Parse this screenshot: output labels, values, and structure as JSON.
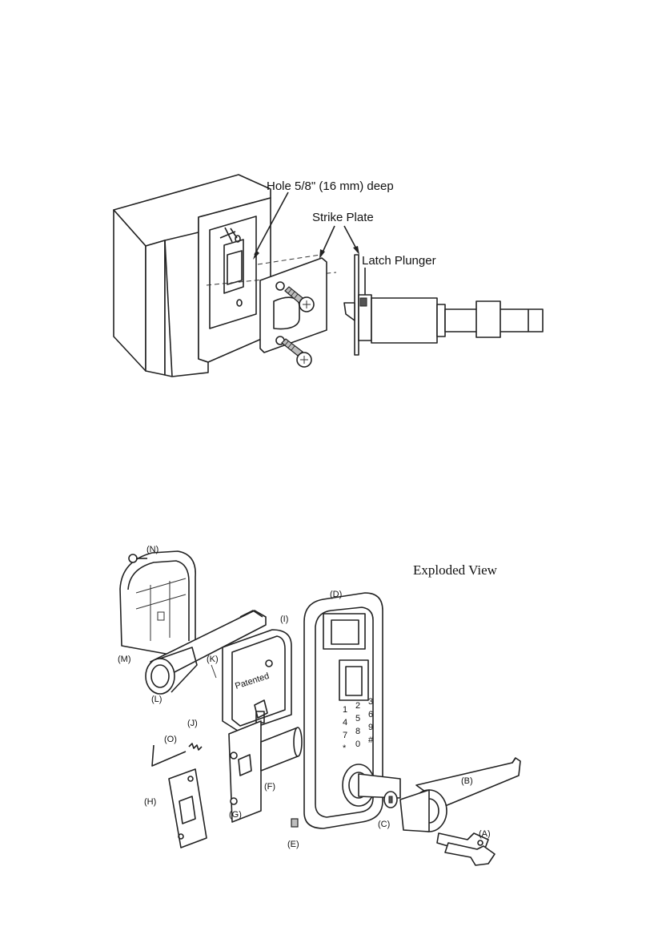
{
  "strike_diagram": {
    "hole_depth_label": "Hole 5/8\" (16 mm) deep",
    "strike_plate_label": "Strike Plate",
    "latch_plunger_label": "Latch Plunger"
  },
  "exploded_diagram": {
    "title": "Exploded View",
    "parts": {
      "a": "(A)",
      "b": "(B)",
      "c": "(C)",
      "d": "(D)",
      "e": "(E)",
      "f": "(F)",
      "g": "(G)",
      "h": "(H)",
      "i": "(I)",
      "j": "(J)",
      "k": "(K)",
      "l": "(L)",
      "m": "(M)",
      "n": "(N)",
      "o": "(O)"
    },
    "keypad_keys": [
      "1",
      "2",
      "3",
      "4",
      "5",
      "6",
      "7",
      "8",
      "9",
      "*",
      "0",
      "#"
    ],
    "patented_mark": "Patented"
  }
}
